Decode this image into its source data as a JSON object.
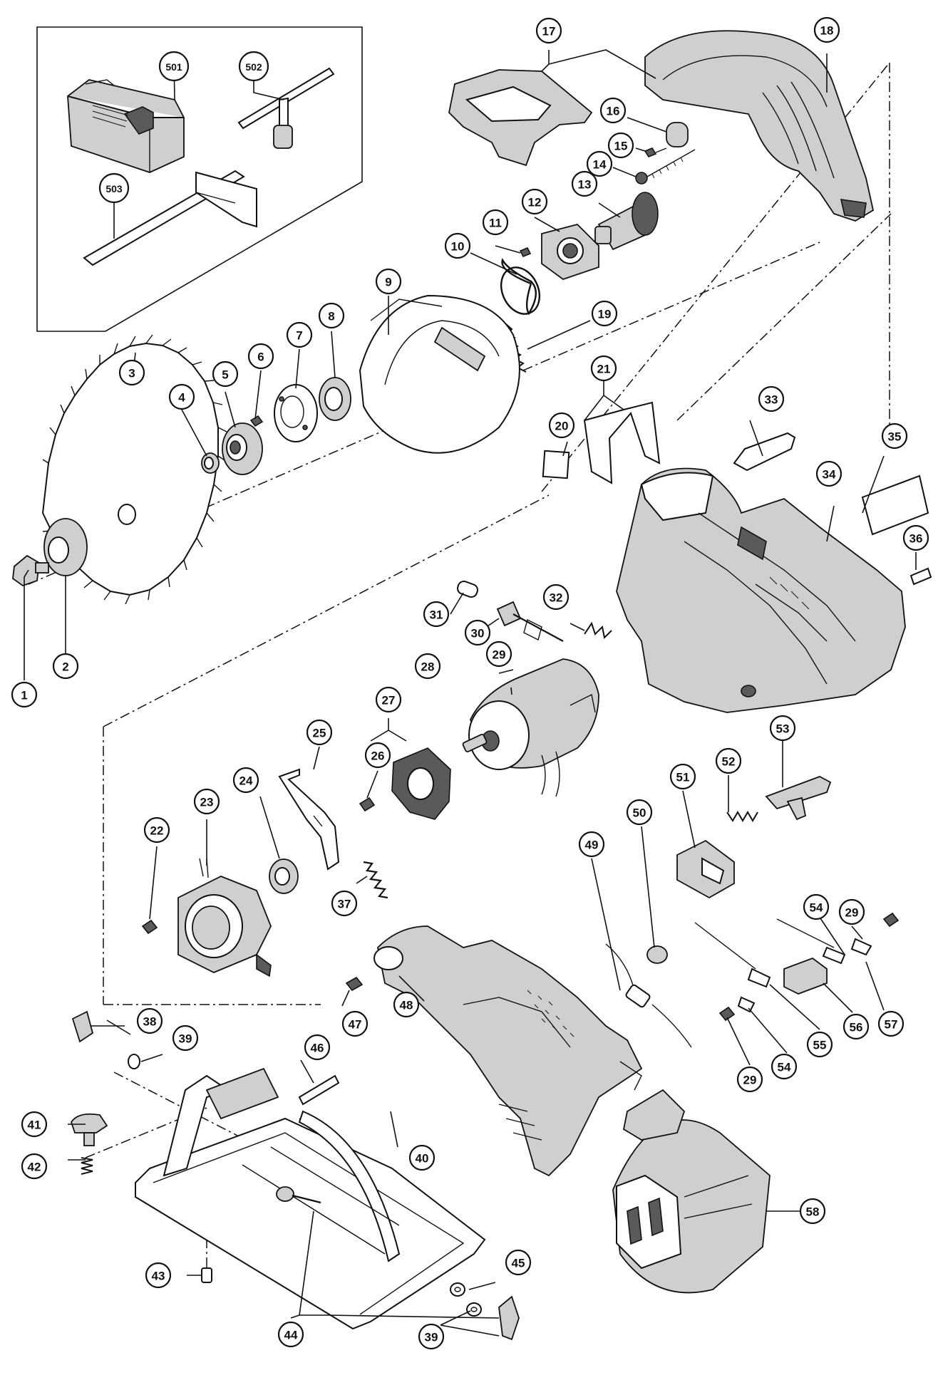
{
  "diagram": {
    "callouts": [
      {
        "id": "1",
        "label": "1"
      },
      {
        "id": "2",
        "label": "2"
      },
      {
        "id": "3",
        "label": "3"
      },
      {
        "id": "4",
        "label": "4"
      },
      {
        "id": "5",
        "label": "5"
      },
      {
        "id": "6",
        "label": "6"
      },
      {
        "id": "7",
        "label": "7"
      },
      {
        "id": "8",
        "label": "8"
      },
      {
        "id": "9",
        "label": "9"
      },
      {
        "id": "10",
        "label": "10"
      },
      {
        "id": "11",
        "label": "11"
      },
      {
        "id": "12",
        "label": "12"
      },
      {
        "id": "13",
        "label": "13"
      },
      {
        "id": "14",
        "label": "14"
      },
      {
        "id": "15",
        "label": "15"
      },
      {
        "id": "16",
        "label": "16"
      },
      {
        "id": "17",
        "label": "17"
      },
      {
        "id": "18",
        "label": "18"
      },
      {
        "id": "19",
        "label": "19"
      },
      {
        "id": "20",
        "label": "20"
      },
      {
        "id": "21",
        "label": "21"
      },
      {
        "id": "22",
        "label": "22"
      },
      {
        "id": "23",
        "label": "23"
      },
      {
        "id": "24",
        "label": "24"
      },
      {
        "id": "25",
        "label": "25"
      },
      {
        "id": "26",
        "label": "26"
      },
      {
        "id": "27",
        "label": "27"
      },
      {
        "id": "28",
        "label": "28"
      },
      {
        "id": "29a",
        "label": "29"
      },
      {
        "id": "29b",
        "label": "29"
      },
      {
        "id": "29c",
        "label": "29"
      },
      {
        "id": "30",
        "label": "30"
      },
      {
        "id": "31",
        "label": "31"
      },
      {
        "id": "32",
        "label": "32"
      },
      {
        "id": "33",
        "label": "33"
      },
      {
        "id": "34",
        "label": "34"
      },
      {
        "id": "35",
        "label": "35"
      },
      {
        "id": "36",
        "label": "36"
      },
      {
        "id": "37",
        "label": "37"
      },
      {
        "id": "38",
        "label": "38"
      },
      {
        "id": "39a",
        "label": "39"
      },
      {
        "id": "39b",
        "label": "39"
      },
      {
        "id": "40",
        "label": "40"
      },
      {
        "id": "41",
        "label": "41"
      },
      {
        "id": "42",
        "label": "42"
      },
      {
        "id": "43",
        "label": "43"
      },
      {
        "id": "44",
        "label": "44"
      },
      {
        "id": "45",
        "label": "45"
      },
      {
        "id": "46",
        "label": "46"
      },
      {
        "id": "47",
        "label": "47"
      },
      {
        "id": "48",
        "label": "48"
      },
      {
        "id": "49",
        "label": "49"
      },
      {
        "id": "50",
        "label": "50"
      },
      {
        "id": "51",
        "label": "51"
      },
      {
        "id": "52",
        "label": "52"
      },
      {
        "id": "53",
        "label": "53"
      },
      {
        "id": "54a",
        "label": "54"
      },
      {
        "id": "54b",
        "label": "54"
      },
      {
        "id": "55",
        "label": "55"
      },
      {
        "id": "56",
        "label": "56"
      },
      {
        "id": "57",
        "label": "57"
      },
      {
        "id": "58",
        "label": "58"
      },
      {
        "id": "501",
        "label": "501"
      },
      {
        "id": "502",
        "label": "502"
      },
      {
        "id": "503",
        "label": "503"
      }
    ]
  }
}
